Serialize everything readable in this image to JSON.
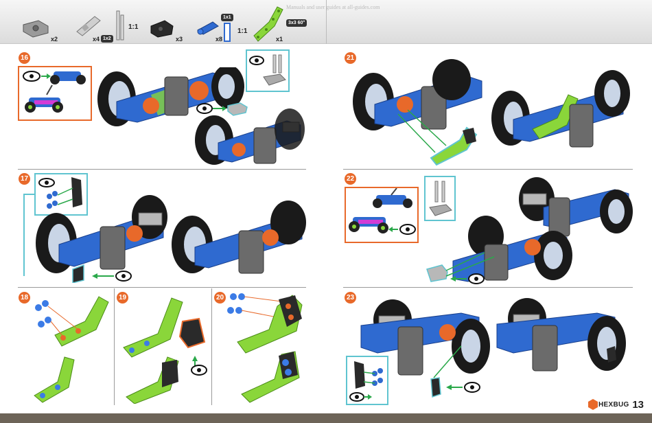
{
  "header": {
    "watermark": "Manuals and user guides at all-guides.com",
    "parts": [
      {
        "name": "servo-bracket",
        "qty": "x2"
      },
      {
        "name": "axle-pin",
        "qty": "x4",
        "tag": "1x2"
      },
      {
        "name": "black-clip",
        "qty": "x3"
      },
      {
        "name": "blue-connector",
        "qty": "x8",
        "tag": "1x1"
      },
      {
        "name": "green-angle-beam",
        "qty": "x1",
        "tag": "3x3 60°"
      }
    ],
    "ratio_label_1": "1:1",
    "ratio_label_2": "1:1"
  },
  "steps": {
    "s16": "16",
    "s17": "17",
    "s18": "18",
    "s19": "19",
    "s20": "20",
    "s21": "21",
    "s22": "22",
    "s23": "23"
  },
  "footer": {
    "page_number": "13",
    "brand": "HEXBUG"
  },
  "colors": {
    "accent": "#e8692a",
    "callout": "#5fc4d0",
    "blue": "#2f6ad0",
    "green": "#8ad63a",
    "grey": "#6b6b6b",
    "footer": "#6d6458"
  }
}
